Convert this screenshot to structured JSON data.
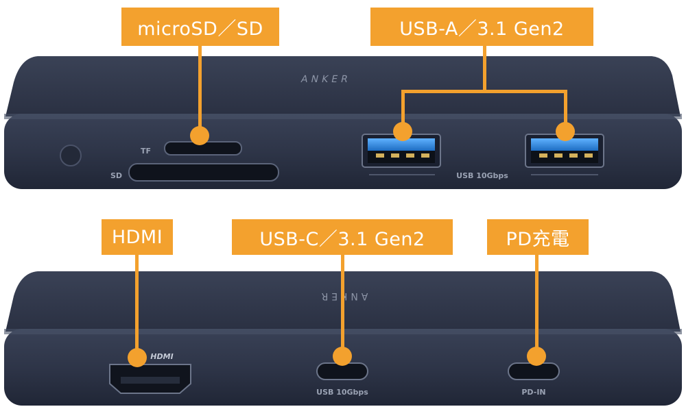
{
  "top_device": {
    "brand": "ANKER",
    "tf_label": "TF",
    "sd_label": "SD",
    "usb_speed_label": "USB 10Gbps"
  },
  "bottom_device": {
    "brand": "ANKER",
    "hdmi_logo": "HDMI",
    "usbc_speed_label": "USB 10Gbps",
    "pd_in_label": "PD-IN"
  },
  "callouts": {
    "microsd_sd": "microSD／SD",
    "usb_a": "USB-A／3.1 Gen2",
    "hdmi": "HDMI",
    "usb_c": "USB-C／3.1 Gen2",
    "pd_charge": "PD充電"
  },
  "colors": {
    "callout": "#f3a12e",
    "device_body": "#2c3346",
    "usb_port_blue": "#3a8fd8"
  }
}
